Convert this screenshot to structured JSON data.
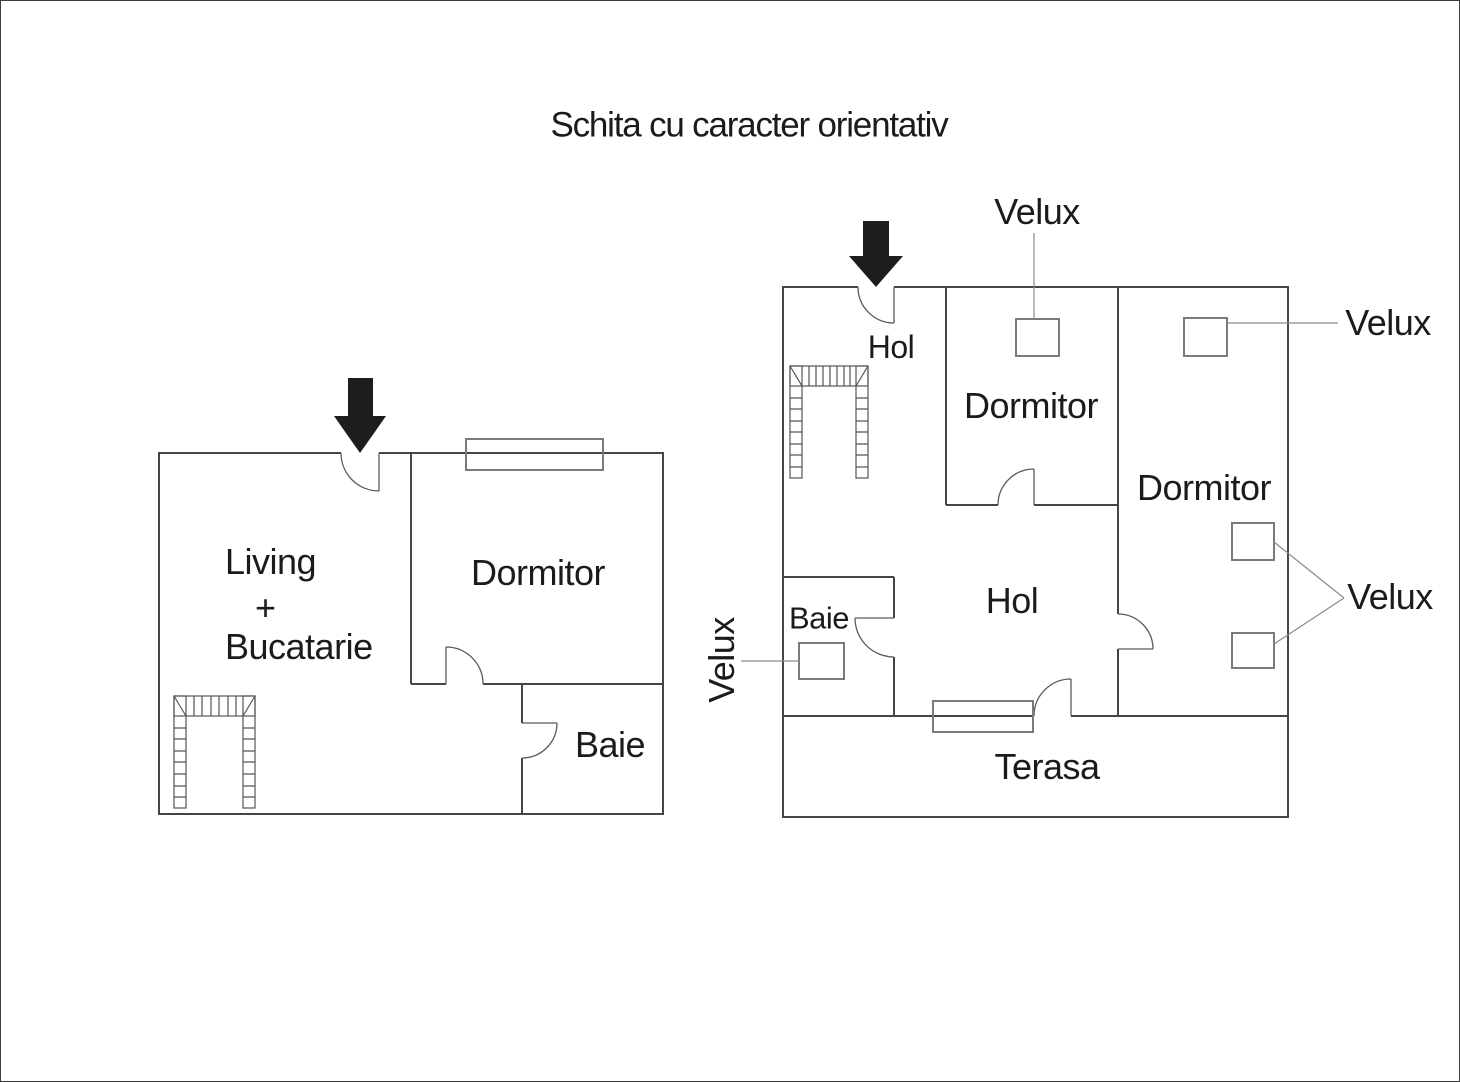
{
  "title": "Schita cu caracter orientativ",
  "plan_left": {
    "living_line1": "Living",
    "living_line2": "+",
    "living_line3": "Bucatarie",
    "dormitor": "Dormitor",
    "baie": "Baie"
  },
  "plan_right": {
    "hol_entry": "Hol",
    "hol_main": "Hol",
    "dormitor_top": "Dormitor",
    "dormitor_right": "Dormitor",
    "baie": "Baie",
    "terasa": "Terasa",
    "velux_top": "Velux",
    "velux_right_top": "Velux",
    "velux_right_mid": "Velux",
    "velux_left": "Velux"
  },
  "colors": {
    "wall": "#454545",
    "door": "#5a5a5a",
    "window": "#7a7a7a",
    "leader": "#8a8a8a",
    "arrow": "#1d1d1d",
    "text": "#1b1b1b",
    "background": "#ffffff"
  }
}
